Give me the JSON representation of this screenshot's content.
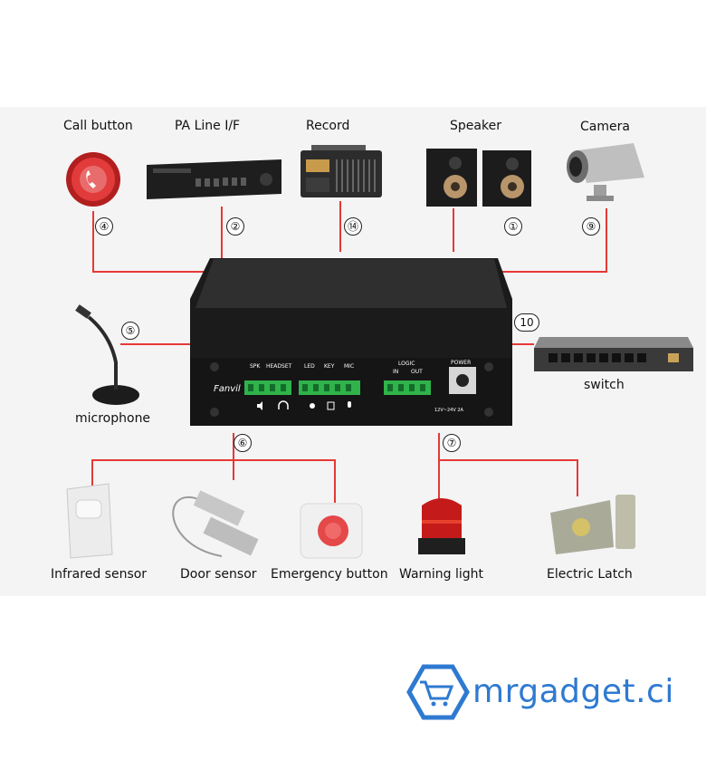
{
  "devices": {
    "call_button": "Call button",
    "pa_line": "PA Line I/F",
    "record": "Record",
    "speaker": "Speaker",
    "camera": "Camera",
    "microphone": "microphone",
    "switch": "switch",
    "infrared_sensor": "Infrared sensor",
    "door_sensor": "Door sensor",
    "emergency_button": "Emergency button",
    "warning_light": "Warning light",
    "electric_latch": "Electric Latch"
  },
  "ports": {
    "p1": "①",
    "p2": "②",
    "p4": "④",
    "p5": "⑤",
    "p6": "⑥",
    "p7": "⑦",
    "p9": "⑨",
    "p10": "10",
    "p14": "⑭"
  },
  "panel": {
    "brand": "Fanvil",
    "spk": "SPK",
    "headset": "HEADSET",
    "led": "LED",
    "key": "KEY",
    "mic": "MIC",
    "logic": "LOGIC",
    "in": "IN",
    "out": "OUT",
    "power": "POWER",
    "voltage": "12V~24V 2A"
  },
  "watermark": {
    "text": "mrgadget.ci"
  },
  "colors": {
    "line": "#e53935",
    "device": "#2b2b2b",
    "accent_green": "#2fb34a",
    "brand_blue": "#2f7ad1"
  }
}
